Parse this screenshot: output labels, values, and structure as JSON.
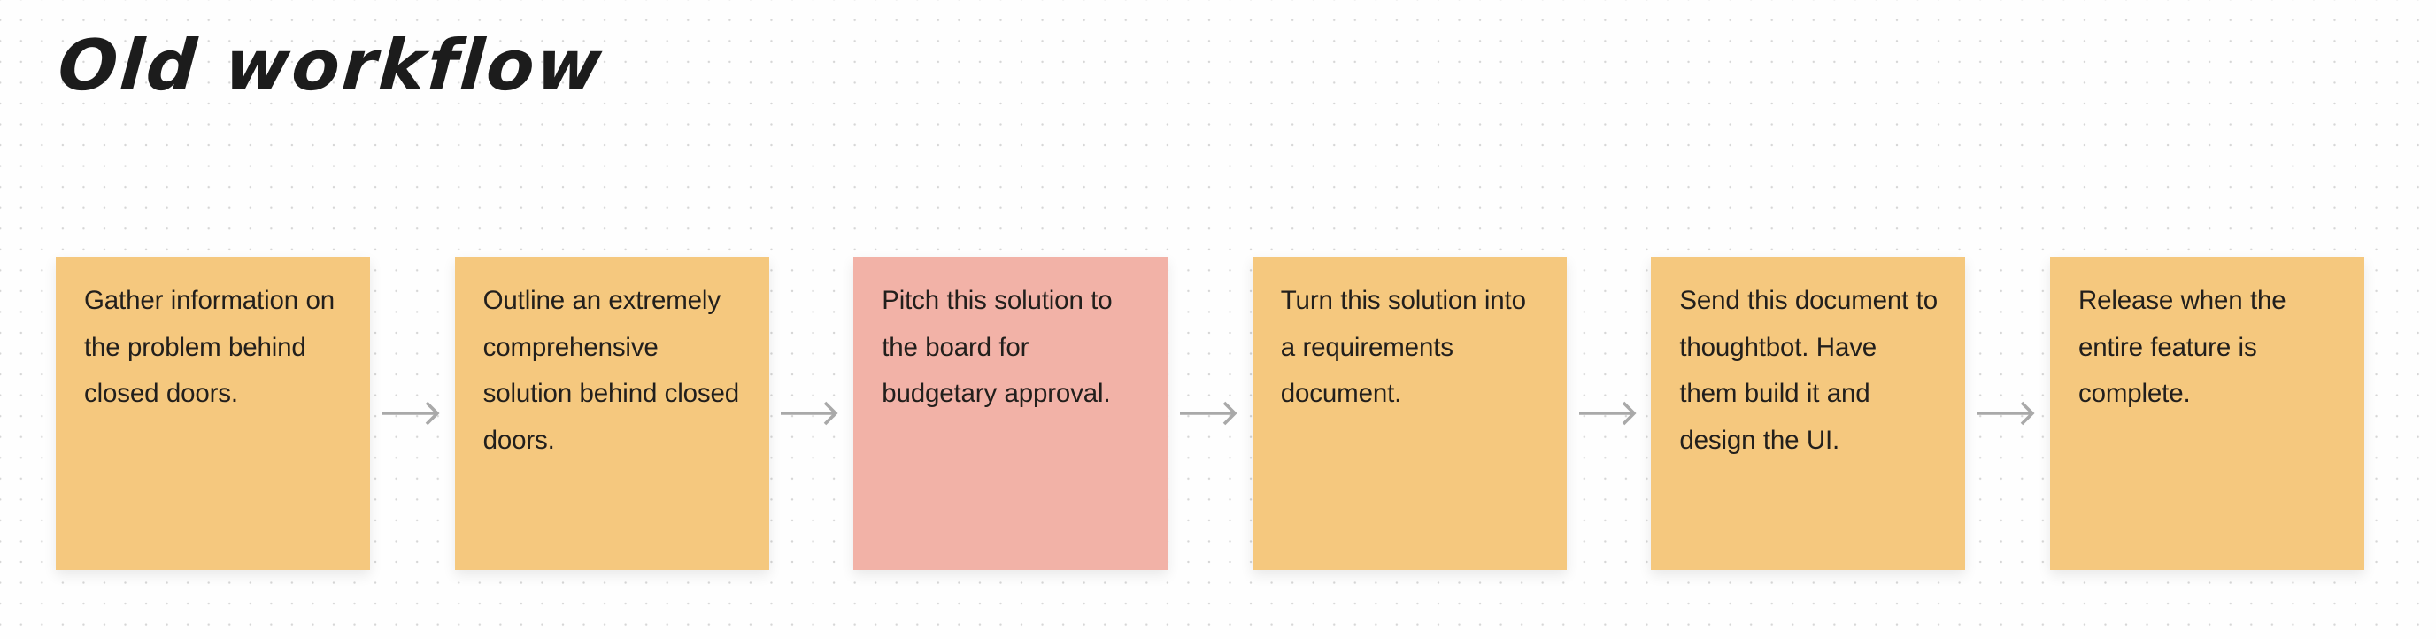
{
  "page": {
    "title": "Old workflow",
    "background_color": "#fefefe",
    "dot_color": "#d6d6d6",
    "title_color": "#1c1c1c"
  },
  "palette": {
    "card_default": "#f5c87e",
    "card_accent": "#f2b2a7",
    "card_text": "#221f1c",
    "arrow": "#a9a9a9"
  },
  "flow": {
    "arrow_icon": "arrow-right-icon",
    "steps": [
      {
        "index": 1,
        "text": "Gather information on the problem behind closed doors.",
        "color": "#f5c87e",
        "accent": false
      },
      {
        "index": 2,
        "text": "Outline an extremely comprehensive solution behind closed doors.",
        "color": "#f5c87e",
        "accent": false
      },
      {
        "index": 3,
        "text": "Pitch this solution to the board for budgetary approval.",
        "color": "#f2b2a7",
        "accent": true
      },
      {
        "index": 4,
        "text": "Turn this solution into a requirements document.",
        "color": "#f5c87e",
        "accent": false
      },
      {
        "index": 5,
        "text": "Send this document to thoughtbot. Have them build it and design the UI.",
        "color": "#f5c87e",
        "accent": false
      },
      {
        "index": 6,
        "text": "Release when the entire feature is complete.",
        "color": "#f5c87e",
        "accent": false
      }
    ]
  }
}
